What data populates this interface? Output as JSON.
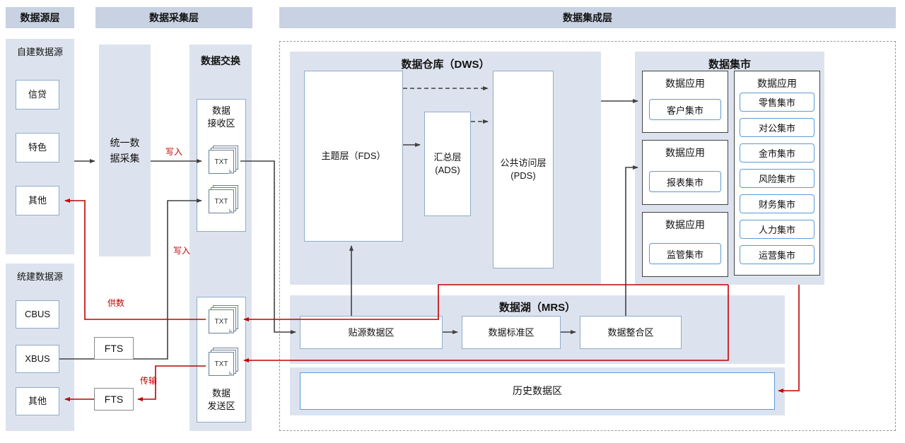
{
  "layers": {
    "source": "数据源层",
    "collection": "数据采集层",
    "integration": "数据集成层"
  },
  "source": {
    "self_built": {
      "title": "自建数据源",
      "items": [
        "信贷",
        "特色",
        "其他"
      ]
    },
    "unified_built": {
      "title": "统建数据源",
      "items": [
        "CBUS",
        "XBUS",
        "其他"
      ]
    }
  },
  "collection": {
    "unified_collection": "统一数据采集",
    "fts1": "FTS",
    "fts2": "FTS",
    "exchange": {
      "title": "数据交换",
      "receive": [
        "数据",
        "接收区"
      ],
      "send": [
        "数据",
        "发送区"
      ],
      "txt": "TXT"
    }
  },
  "integration": {
    "dws": {
      "title": "数据仓库（DWS）",
      "fds": "主题层（FDS）",
      "ads": [
        "汇总层",
        "(ADS)"
      ],
      "pds": [
        "公共访问层",
        "(PDS)"
      ]
    },
    "mart": {
      "title": "数据集市",
      "groups": [
        {
          "label": "数据应用",
          "items": [
            "客户集市"
          ]
        },
        {
          "label": "数据应用",
          "items": [
            "报表集市"
          ]
        },
        {
          "label": "数据应用",
          "items": [
            "监管集市"
          ]
        },
        {
          "label": "数据应用",
          "items": [
            "零售集市",
            "对公集市",
            "金市集市",
            "风险集市",
            "财务集市",
            "人力集市",
            "运营集市"
          ]
        }
      ]
    },
    "mrs": {
      "title": "数据湖（MRS）",
      "zones": [
        "贴源数据区",
        "数据标准区",
        "数据整合区"
      ]
    },
    "history": "历史数据区"
  },
  "flow_labels": {
    "write_top": "写入",
    "write_bottom": "写入",
    "supply": "供数",
    "transfer": "传输"
  },
  "colors": {
    "header_bg": "#c8d2e2",
    "panel_bg": "#dde3ee",
    "line_black": "#404040",
    "line_red": "#c00000",
    "item_border": "#5b9bd5",
    "box_border": "#8faccb"
  }
}
